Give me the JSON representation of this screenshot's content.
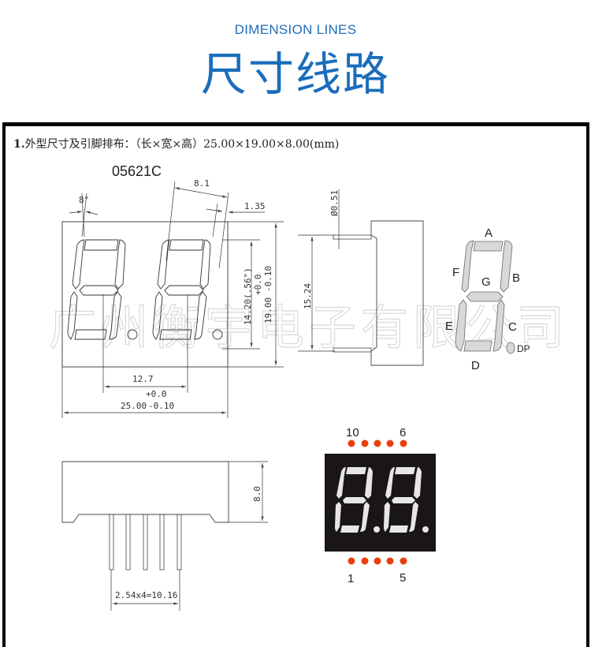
{
  "header": {
    "subtitle": "DIMENSION LINES",
    "title": "尺寸线路",
    "title_color": "#1a6dbb"
  },
  "spec": {
    "number": "1.",
    "text": "外型尺寸及引脚排布：（长×宽×高）25.00×19.00×8.00(mm)"
  },
  "watermark": "广州衡宇电子有限公司",
  "front_view": {
    "part_number": "05621C",
    "angle": "8°",
    "digit_width": "8.1",
    "segment_width": "1.35",
    "digit_height": "14.20(.56\")",
    "height": "19.00",
    "height_tol_plus": "+0.0",
    "height_tol_minus": "-0.10",
    "pitch": "12.7",
    "width": "25.00",
    "width_tol_plus": "+0.0",
    "width_tol_minus": "-0.10"
  },
  "side_view": {
    "pin_diameter": "Ø0.51",
    "pin_row_spacing": "15.24"
  },
  "segment_diagram": {
    "labels": {
      "a": "A",
      "b": "B",
      "c": "C",
      "d": "D",
      "e": "E",
      "f": "F",
      "g": "G",
      "dp": "DP"
    },
    "segment_color": "#d8d8d8"
  },
  "bottom_view": {
    "thickness": "8.0",
    "pin_pitch": "2.54x4=10.16",
    "pin_count_visible": 5
  },
  "pinout": {
    "top_left": "10",
    "top_right": "6",
    "bottom_left": "1",
    "bottom_right": "5",
    "pin_color": "#e8400c",
    "body_color": "#1a1617",
    "segment_color": "#e6e6e6"
  }
}
